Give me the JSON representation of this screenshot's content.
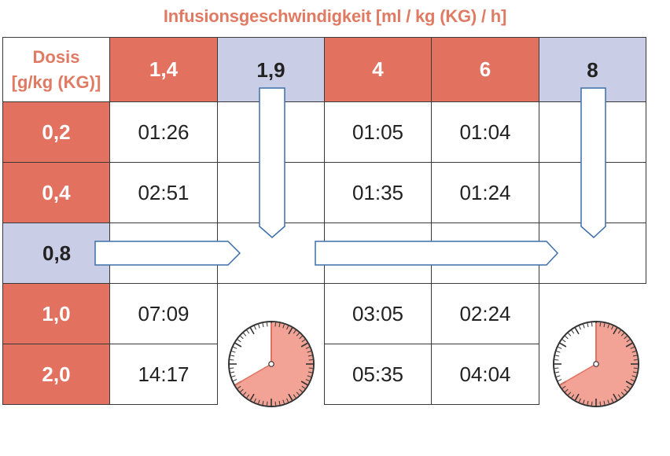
{
  "title": "Infusionsgeschwindigkeit [ml / kg (KG) / h]",
  "corner_header": {
    "line1": "Dosis",
    "line2": "[g/kg (KG)]"
  },
  "rate_headers": [
    "1,4",
    "1,9",
    "4",
    "6",
    "8"
  ],
  "dose_labels": [
    "0,2",
    "0,4",
    "0,8",
    "1,0",
    "2,0"
  ],
  "rows": [
    {
      "dose": "0,2",
      "values": [
        "01:26",
        "",
        "01:05",
        "01:04",
        ""
      ]
    },
    {
      "dose": "0,4",
      "values": [
        "02:51",
        "",
        "01:35",
        "01:24",
        ""
      ]
    },
    {
      "dose": "0,8",
      "values": [
        "",
        "",
        "",
        "",
        ""
      ]
    },
    {
      "dose": "1,0",
      "values": [
        "07:09",
        "",
        "03:05",
        "02:24",
        ""
      ]
    },
    {
      "dose": "2,0",
      "values": [
        "14:17",
        "",
        "05:35",
        "04:04",
        ""
      ]
    }
  ],
  "highlight": {
    "column": "1,9",
    "row": "0,8",
    "column2": "8"
  },
  "colors": {
    "red_cell": "#e37160",
    "blue_cell": "#c9cde6",
    "title_text": "#e07a63",
    "arrow_outline": "#3b6ea8",
    "clock_fill": "#f2a395",
    "clock_hand": "#e37160"
  },
  "clocks": [
    {
      "name": "clock-left",
      "icon": "clock-icon"
    },
    {
      "name": "clock-right",
      "icon": "clock-icon"
    }
  ]
}
